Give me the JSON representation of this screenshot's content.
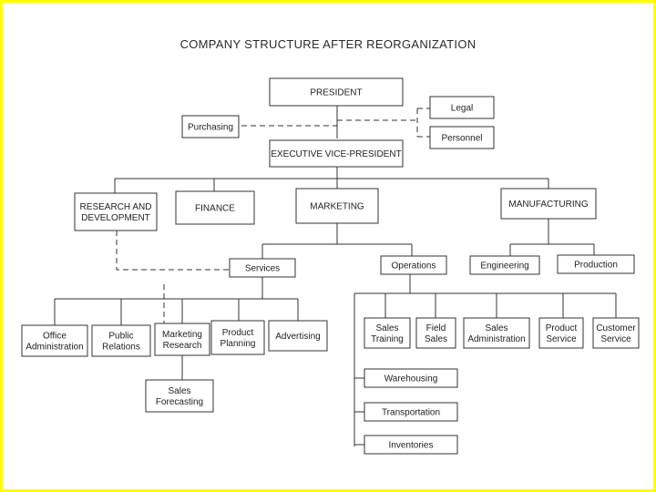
{
  "title": "COMPANY STRUCTURE AFTER REORGANIZATION",
  "nodes": {
    "president": "PRESIDENT",
    "legal": "Legal",
    "personnel": "Personnel",
    "purchasing": "Purchasing",
    "evp": "EXECUTIVE VICE-PRESIDENT",
    "rnd": [
      "RESEARCH AND",
      "DEVELOPMENT"
    ],
    "finance": "FINANCE",
    "marketing": "MARKETING",
    "manufacturing": "MANUFACTURING",
    "services": "Services",
    "operations": "Operations",
    "engineering": "Engineering",
    "production": "Production",
    "office_admin": [
      "Office",
      "Administration"
    ],
    "public_relations": [
      "Public",
      "Relations"
    ],
    "marketing_research": [
      "Marketing",
      "Research"
    ],
    "product_planning": [
      "Product",
      "Planning"
    ],
    "advertising": "Advertising",
    "sales_forecasting": [
      "Sales",
      "Forecasting"
    ],
    "sales_training": [
      "Sales",
      "Training"
    ],
    "field_sales": [
      "Field",
      "Sales"
    ],
    "sales_admin": [
      "Sales",
      "Administration"
    ],
    "product_service": [
      "Product",
      "Service"
    ],
    "customer_service": [
      "Customer",
      "Service"
    ],
    "warehousing": "Warehousing",
    "transportation": "Transportation",
    "inventories": "Inventories"
  }
}
